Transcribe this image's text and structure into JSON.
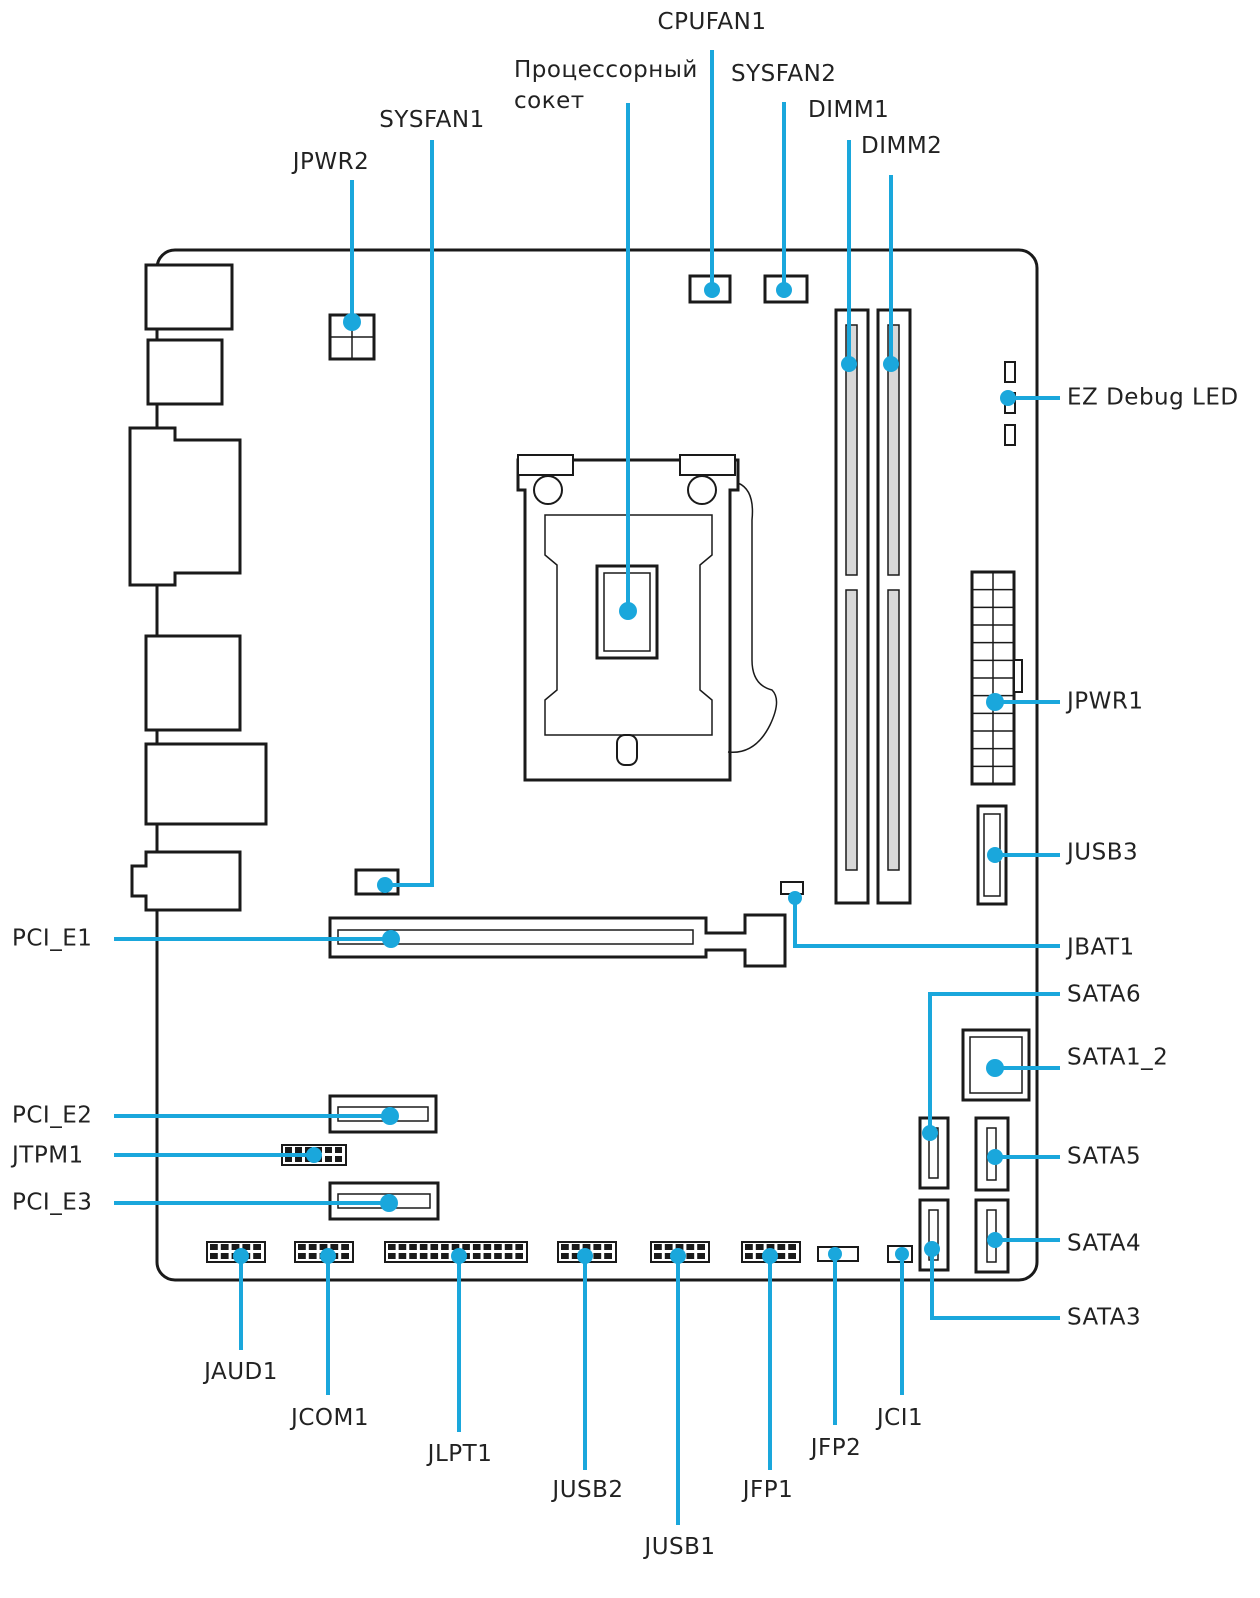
{
  "labels": {
    "cpufan1": "CPUFAN1",
    "socket_line1": "Процессорный",
    "socket_line2": "сокет",
    "sysfan2": "SYSFAN2",
    "dimm1": "DIMM1",
    "dimm2": "DIMM2",
    "sysfan1": "SYSFAN1",
    "jpwr2": "JPWR2",
    "ez_debug_led": "EZ Debug LED",
    "jpwr1": "JPWR1",
    "jusb3": "JUSB3",
    "jbat1": "JBAT1",
    "pci_e1": "PCI_E1",
    "sata6": "SATA6",
    "sata1_2": "SATA1_2",
    "pci_e2": "PCI_E2",
    "jtpm1": "JTPM1",
    "sata5": "SATA5",
    "pci_e3": "PCI_E3",
    "sata4": "SATA4",
    "sata3": "SATA3",
    "jaud1": "JAUD1",
    "jci1": "JCI1",
    "jcom1": "JCOM1",
    "jfp2": "JFP2",
    "jlpt1": "JLPT1",
    "jusb2": "JUSB2",
    "jfp1": "JFP1",
    "jusb1": "JUSB1"
  },
  "colors": {
    "callout": "#1aa7dc",
    "outline": "#1a1a1a",
    "text": "#222222"
  }
}
